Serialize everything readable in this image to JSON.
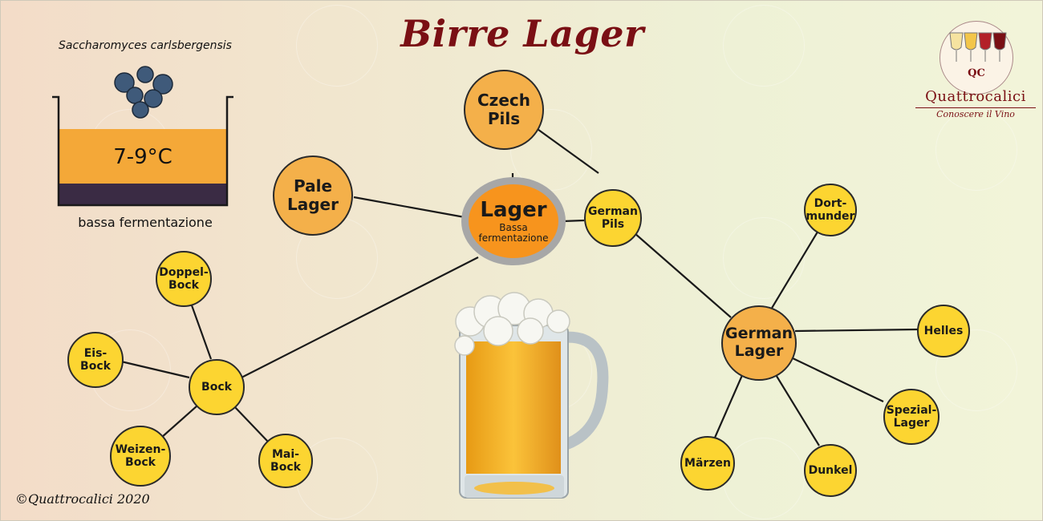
{
  "title": "Birre Lager",
  "yeast": {
    "name": "Saccharomyces carlsbergensis",
    "temperature": "7-9°C",
    "fermentation_label": "bassa fermentazione"
  },
  "center": {
    "label": "Lager",
    "sub": "Bassa\nfermentazione"
  },
  "nodes": {
    "czech_pils": "Czech\nPils",
    "pale_lager": "Pale\nLager",
    "german_pils": "German\nPils",
    "german_lager": "German\nLager",
    "dortmunder": "Dort-\nmunder",
    "helles": "Helles",
    "spezial_lager": "Spezial-\nLager",
    "dunkel": "Dunkel",
    "marzen": "Märzen",
    "bock": "Bock",
    "doppelbock": "Doppel-\nBock",
    "eisbock": "Eis-\nBock",
    "weizenbock": "Weizen-\nBock",
    "maibock": "Mai-\nBock"
  },
  "logo": {
    "initials": "QC",
    "name": "Quattrocalici",
    "tagline": "Conoscere il Vino"
  },
  "copyright": "©Quattrocalici 2020",
  "colors": {
    "title": "#7a0f14",
    "big_node": "#f4b04a",
    "small_node": "#fcd531",
    "center_node": "#f7941d",
    "center_ring": "#a7a7a7"
  }
}
